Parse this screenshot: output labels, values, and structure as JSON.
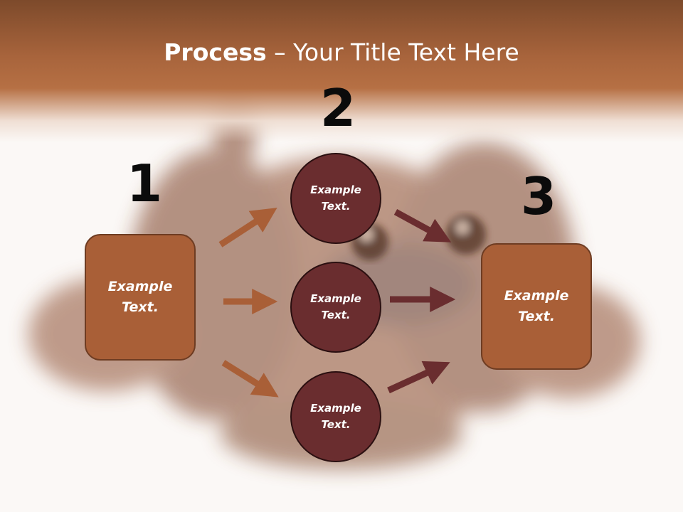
{
  "title": {
    "bold": "Process",
    "rest": " – Your Title Text Here"
  },
  "steps": [
    {
      "number": "1",
      "label": "Example\nText."
    },
    {
      "number": "2",
      "items": [
        "Example\nText.",
        "Example\nText.",
        "Example\nText."
      ]
    },
    {
      "number": "3",
      "label": "Example\nText."
    }
  ],
  "colors": {
    "header": "#a8643c",
    "box_fill": "#a95f37",
    "circle_fill": "#6a2d2f",
    "arrow_left": "#a95f37",
    "arrow_right": "#6a2d2f"
  }
}
